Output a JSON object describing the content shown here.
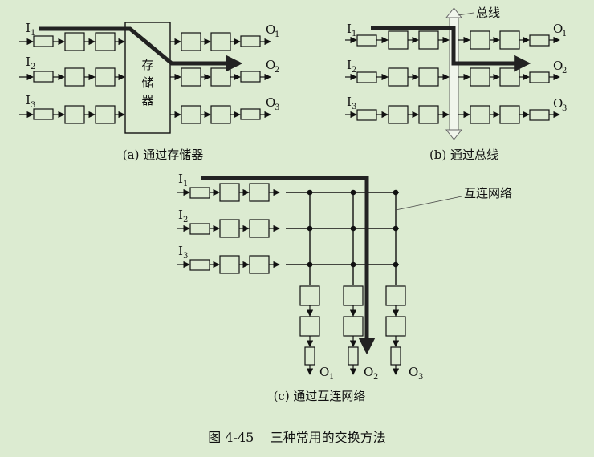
{
  "diagram_a": {
    "inputs": [
      "I",
      "I",
      "I"
    ],
    "input_subs": [
      "1",
      "2",
      "3"
    ],
    "outputs": [
      "O",
      "O",
      "O"
    ],
    "output_subs": [
      "1",
      "2",
      "3"
    ],
    "memory_chars": [
      "存",
      "储",
      "器"
    ],
    "caption": "(a) 通过存储器"
  },
  "diagram_b": {
    "inputs": [
      "I",
      "I",
      "I"
    ],
    "input_subs": [
      "1",
      "2",
      "3"
    ],
    "outputs": [
      "O",
      "O",
      "O"
    ],
    "output_subs": [
      "1",
      "2",
      "3"
    ],
    "bus_label": "总线",
    "caption": "(b) 通过总线"
  },
  "diagram_c": {
    "inputs": [
      "I",
      "I",
      "I"
    ],
    "input_subs": [
      "1",
      "2",
      "3"
    ],
    "outputs": [
      "O",
      "O",
      "O"
    ],
    "output_subs": [
      "1",
      "2",
      "3"
    ],
    "network_label": "互连网络",
    "caption": "(c) 通过互连网络"
  },
  "figure_caption": "图 4-45    三种常用的交换方法"
}
